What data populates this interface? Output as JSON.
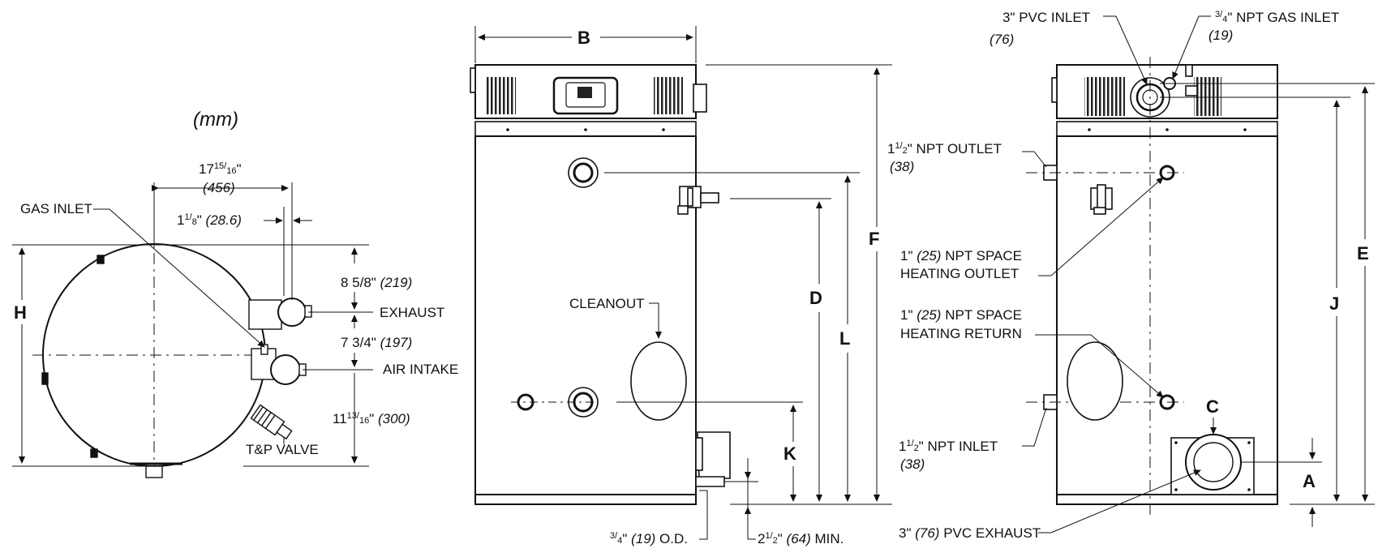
{
  "units_label": "(mm)",
  "top_view": {
    "width_dim": {
      "whole": "17",
      "num": "15",
      "den": "16",
      "mm": "(456)"
    },
    "offset_dim": {
      "whole": "1",
      "num": "1",
      "den": "8",
      "mm": "(28.6)"
    },
    "gas_inlet": "GAS INLET",
    "exhaust_height": {
      "text": "8 5/8\"",
      "mm": "(219)"
    },
    "exhaust": "EXHAUST",
    "intake_spacing": {
      "text": "7 3/4\"",
      "mm": "(197)"
    },
    "air_intake": "AIR INTAKE",
    "intake_height": {
      "whole": "11",
      "num": "13",
      "den": "16",
      "mm": "(300)"
    },
    "tp_valve": "T&P VALVE",
    "h_letter": "H"
  },
  "front_view": {
    "b_letter": "B",
    "cleanout": "CLEANOUT",
    "d_letter": "D",
    "l_letter": "L",
    "f_letter": "F",
    "k_letter": "K",
    "od_label": {
      "num": "3",
      "den": "4",
      "mm": "(19)",
      "suffix": "O.D."
    },
    "min_label": {
      "whole": "2",
      "num": "1",
      "den": "2",
      "mm": "(64)",
      "suffix": "MIN."
    }
  },
  "side_view": {
    "pvc_inlet": "3\" PVC INLET",
    "pvc_inlet_mm": "(76)",
    "gas_inlet": {
      "num": "3",
      "den": "4",
      "text": "NPT GAS INLET",
      "mm": "(19)"
    },
    "npt_outlet": {
      "whole": "1",
      "num": "1",
      "den": "2",
      "text": "NPT OUTLET",
      "mm": "(38)"
    },
    "sh_outlet": {
      "line1a": "1\"",
      "mm": "(25)",
      "line1b": "NPT SPACE",
      "line2": "HEATING OUTLET"
    },
    "sh_return": {
      "line1a": "1\"",
      "mm": "(25)",
      "line1b": "NPT SPACE",
      "line2": "HEATING RETURN"
    },
    "npt_inlet": {
      "whole": "1",
      "num": "1",
      "den": "2",
      "text": "NPT INLET",
      "mm": "(38)"
    },
    "pvc_exhaust": {
      "a": "3\"",
      "mm": "(76)",
      "b": "PVC EXHAUST"
    },
    "c_letter": "C",
    "e_letter": "E",
    "j_letter": "J",
    "a_letter": "A"
  }
}
